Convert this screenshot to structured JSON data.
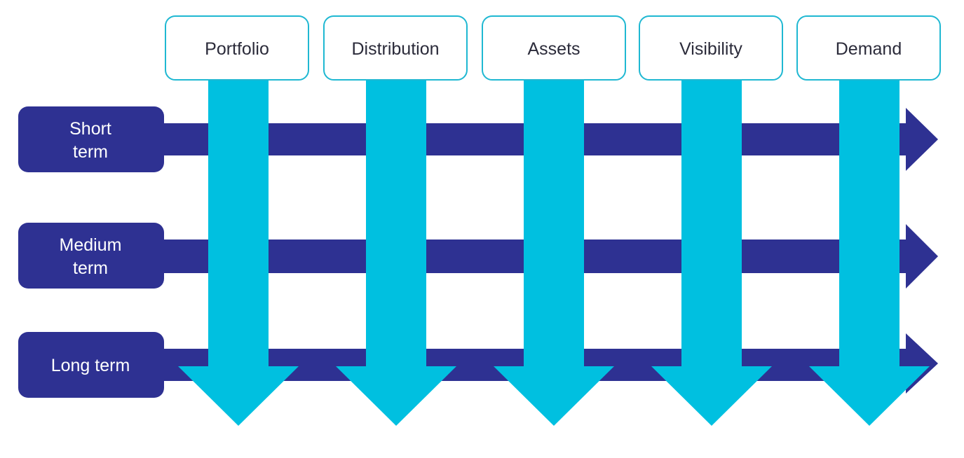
{
  "diagram": {
    "columns": [
      "Portfolio",
      "Distribution",
      "Assets",
      "Visibility",
      "Demand"
    ],
    "rows": [
      {
        "line1": "Short",
        "line2": "term"
      },
      {
        "line1": "Medium",
        "line2": "term"
      },
      {
        "line1": "Long term",
        "line2": ""
      }
    ],
    "colors": {
      "row_arrow": "#2e3192",
      "column_arrow": "#00c0e0",
      "header_border": "#1fb8d2",
      "header_fill": "#ffffff",
      "header_text": "#2b2b3a",
      "row_label_text": "#ffffff"
    }
  }
}
